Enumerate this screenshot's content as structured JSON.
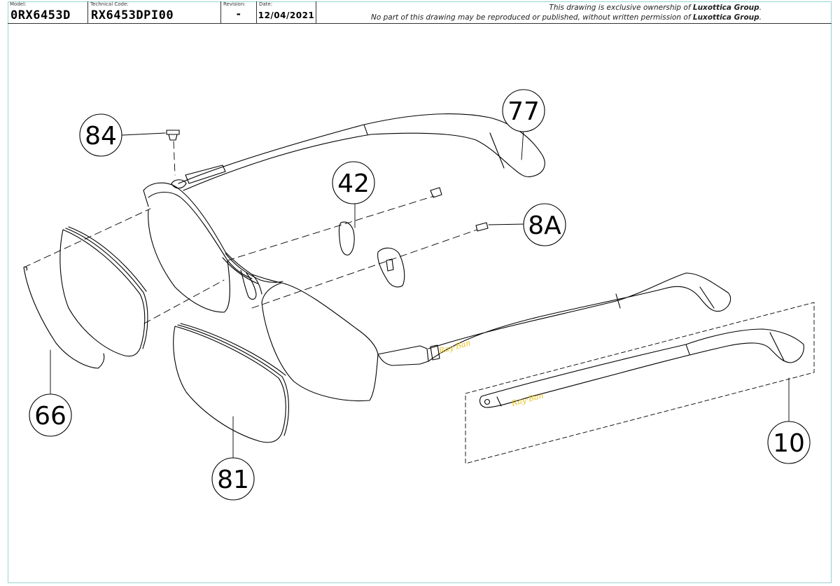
{
  "title_block": {
    "model_label": "Model:",
    "model_value": "0RX6453D",
    "technical_code_label": "Technical Code:",
    "technical_code_value": "RX6453DPI00",
    "revision_label": "Revision:",
    "revision_value": "-",
    "date_label": "Date:",
    "date_value": "12/04/2021",
    "notice_line1_a": "This drawing is exclusive ownership of ",
    "notice_line1_b": "Luxottica Group",
    "notice_line1_c": ".",
    "notice_line2_a": "No part of this drawing may be reproduced or published, without written permission of ",
    "notice_line2_b": "Luxottica Group",
    "notice_line2_c": "."
  },
  "callouts": {
    "c84": "84",
    "c77": "77",
    "c42": "42",
    "c8a": "8A",
    "c66": "66",
    "c81": "81",
    "c10": "10"
  },
  "colors": {
    "line": "#000000",
    "border": "#9ad3d0",
    "logo": "#e8c21a"
  }
}
